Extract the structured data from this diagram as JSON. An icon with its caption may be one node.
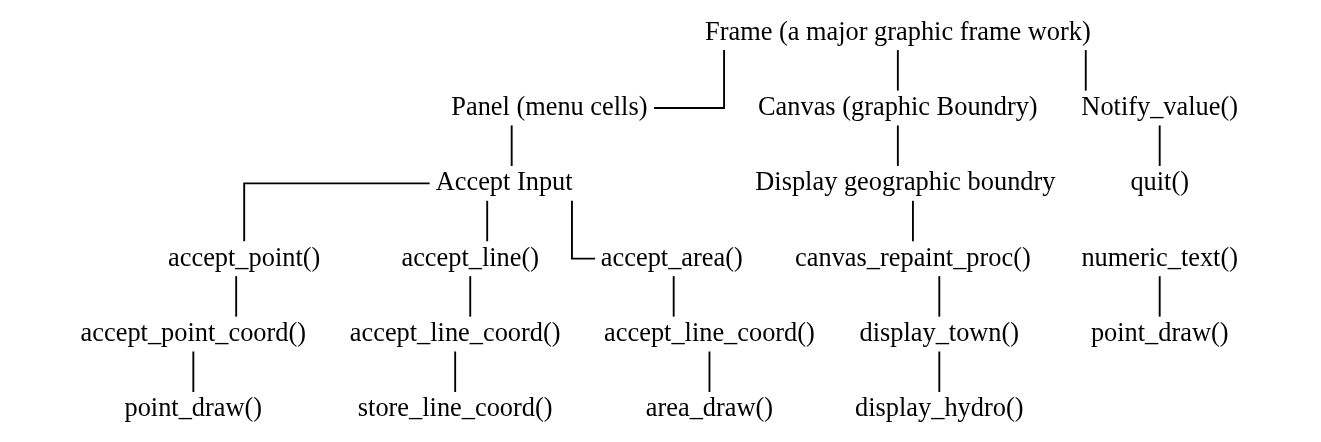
{
  "diagram": {
    "nodes": [
      {
        "text": [
          "Frame (a major graphic frame work)"
        ]
      },
      {
        "text": [
          "Panel (menu cells)"
        ]
      },
      {
        "text": [
          "Canvas (graphic Boundry)"
        ]
      },
      {
        "text": [
          "Notify_value()"
        ]
      },
      {
        "text": [
          "Accept Input"
        ]
      },
      {
        "text": [
          "Display geographic boundry"
        ]
      },
      {
        "text": [
          "quit()"
        ]
      },
      {
        "text": [
          "accept_point()"
        ]
      },
      {
        "text": [
          "accept_line()"
        ]
      },
      {
        "text": [
          "accept_area()"
        ]
      },
      {
        "text": [
          "canvas_repaint_proc()"
        ]
      },
      {
        "text": [
          "accept_point_coord()"
        ]
      },
      {
        "text": [
          "accept_line_coord()"
        ]
      },
      {
        "text": [
          "accept_line_coord()"
        ]
      },
      {
        "text": [
          "display_town()"
        ]
      },
      {
        "text": [
          "point_draw()"
        ]
      },
      {
        "text": [
          "store_line_coord()"
        ]
      },
      {
        "text": [
          "area_draw()"
        ]
      },
      {
        "text": [
          "display_hydro()"
        ]
      },
      {
        "text": [
          "numeric_text()"
        ]
      },
      {
        "text": [
          "point_draw()"
        ]
      }
    ],
    "edges": [
      {
        "from": 0,
        "to": 1,
        "arrow": "none"
      },
      {
        "from": 0,
        "to": 2,
        "arrow": "none"
      },
      {
        "from": 0,
        "to": 3,
        "arrow": "none"
      },
      {
        "from": 1,
        "to": 4,
        "arrow": "none"
      },
      {
        "from": 2,
        "to": 5,
        "arrow": "none"
      },
      {
        "from": 3,
        "to": 6,
        "arrow": "none"
      },
      {
        "from": 4,
        "to": 7,
        "arrow": "none"
      },
      {
        "from": 4,
        "to": 8,
        "arrow": "none"
      },
      {
        "from": 4,
        "to": 9,
        "arrow": "none"
      },
      {
        "from": 5,
        "to": 10,
        "arrow": "none"
      },
      {
        "from": 7,
        "to": 11,
        "arrow": "none"
      },
      {
        "from": 8,
        "to": 12,
        "arrow": "none"
      },
      {
        "from": 9,
        "to": 13,
        "arrow": "none"
      },
      {
        "from": 10,
        "to": 14,
        "arrow": "none"
      },
      {
        "from": 11,
        "to": 15,
        "arrow": "none"
      },
      {
        "from": 12,
        "to": 16,
        "arrow": "none"
      },
      {
        "from": 13,
        "to": 17,
        "arrow": "none"
      },
      {
        "from": 14,
        "to": 18,
        "arrow": "none"
      },
      {
        "from": 19,
        "to": 20,
        "arrow": "none"
      }
    ]
  }
}
